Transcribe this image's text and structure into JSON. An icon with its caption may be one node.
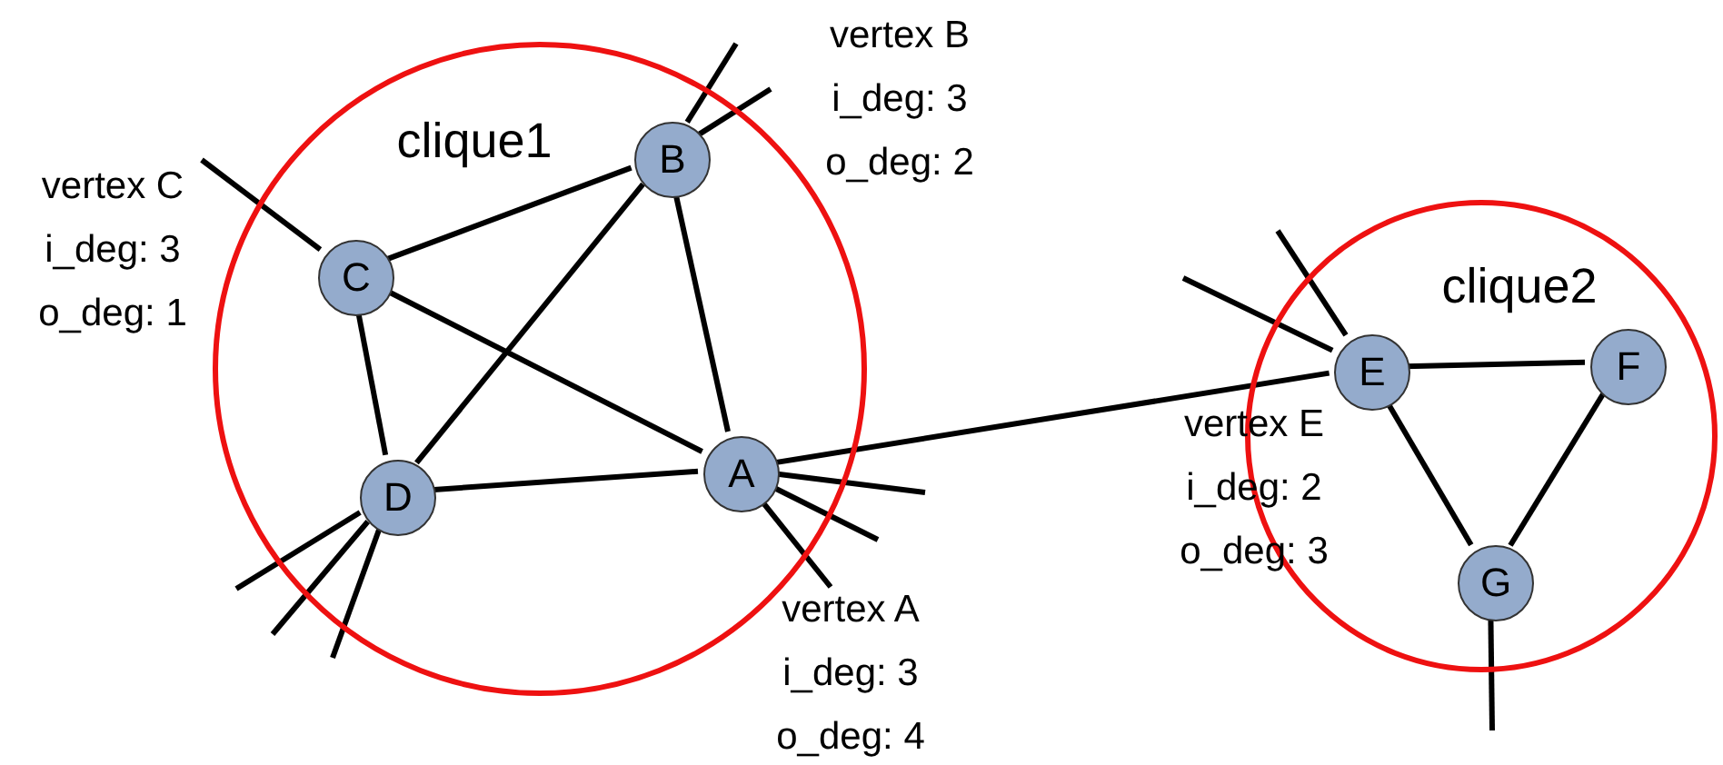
{
  "diagram": {
    "nodes": [
      {
        "text": [
          "clique1"
        ]
      },
      {
        "text": [
          "B"
        ],
        "in": 0,
        "beside": [
          "vertex B",
          "i_deg: 3",
          "o_deg: 2"
        ]
      },
      {
        "text": [
          "C"
        ],
        "in": 0,
        "beside": [
          "vertex C",
          "i_deg: 3",
          "o_deg: 1"
        ]
      },
      {
        "text": [
          "D"
        ],
        "in": 0
      },
      {
        "text": [
          "A"
        ],
        "in": 0,
        "beside": [
          "vertex A",
          "i_deg: 3",
          "o_deg: 4"
        ]
      },
      {
        "text": [
          "clique2"
        ]
      },
      {
        "text": [
          "E"
        ],
        "in": 5,
        "beside": [
          "vertex E",
          "i_deg: 2",
          "o_deg: 3"
        ]
      },
      {
        "text": [
          "F"
        ],
        "in": 5
      },
      {
        "text": [
          "G"
        ],
        "in": 5
      }
    ],
    "edges": [
      {
        "from": 2,
        "to": 1,
        "arrow": "none"
      },
      {
        "from": 2,
        "to": 3,
        "arrow": "none"
      },
      {
        "from": 2,
        "to": 4,
        "arrow": "none"
      },
      {
        "from": 1,
        "to": 3,
        "arrow": "none"
      },
      {
        "from": 1,
        "to": 4,
        "arrow": "none"
      },
      {
        "from": 3,
        "to": 4,
        "arrow": "none"
      },
      {
        "from": 4,
        "to": 6,
        "arrow": "none"
      },
      {
        "from": 6,
        "to": 7,
        "arrow": "none"
      },
      {
        "from": 6,
        "to": 8,
        "arrow": "none"
      },
      {
        "from": 7,
        "to": 8,
        "arrow": "none"
      },
      {
        "from": 1,
        "to": null,
        "arrow": "none"
      },
      {
        "from": 1,
        "to": null,
        "arrow": "none"
      },
      {
        "from": 2,
        "to": null,
        "arrow": "none"
      },
      {
        "from": 3,
        "to": null,
        "arrow": "none"
      },
      {
        "from": 3,
        "to": null,
        "arrow": "none"
      },
      {
        "from": 3,
        "to": null,
        "arrow": "none"
      },
      {
        "from": 4,
        "to": null,
        "arrow": "none"
      },
      {
        "from": 4,
        "to": null,
        "arrow": "none"
      },
      {
        "from": 4,
        "to": null,
        "arrow": "none"
      },
      {
        "from": 6,
        "to": null,
        "arrow": "none"
      },
      {
        "from": 6,
        "to": null,
        "arrow": "none"
      },
      {
        "from": 8,
        "to": null,
        "arrow": "none"
      }
    ]
  }
}
